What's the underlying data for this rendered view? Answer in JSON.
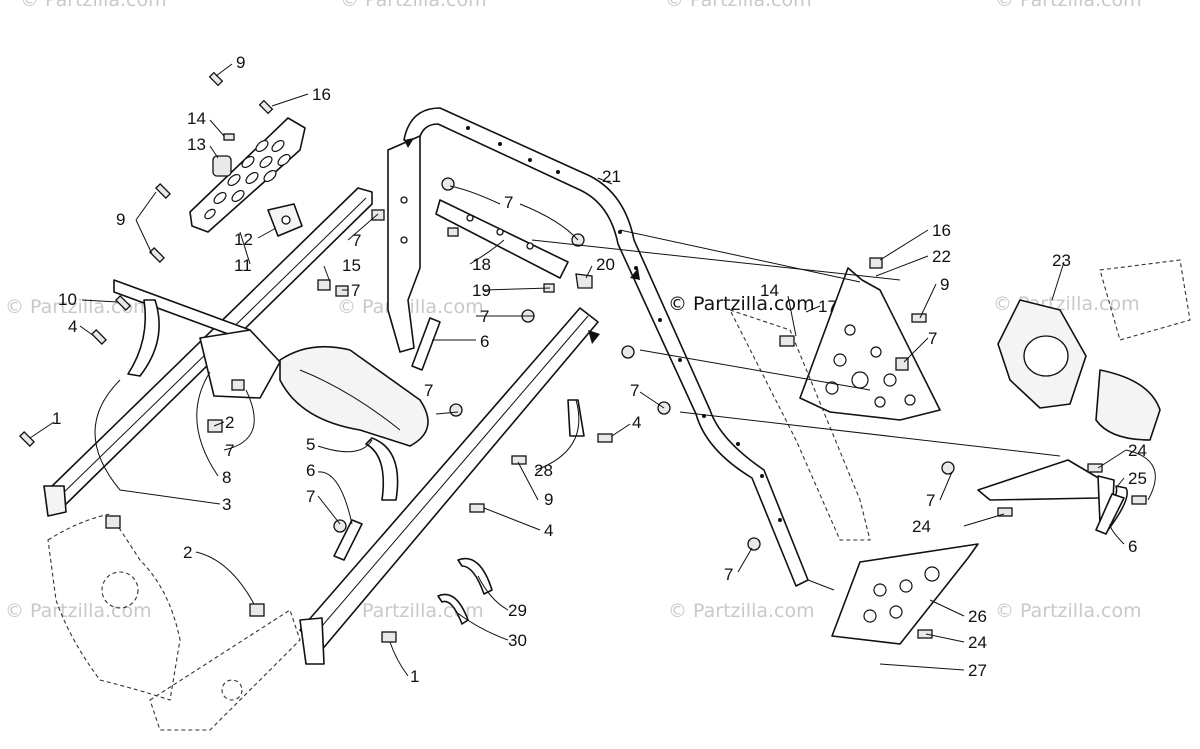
{
  "watermarks": {
    "text": "© Partzilla.com"
  },
  "copyright": "© Partzilla.com",
  "callouts": [
    {
      "id": "c9a",
      "label": "9"
    },
    {
      "id": "c16a",
      "label": "16"
    },
    {
      "id": "c14a",
      "label": "14"
    },
    {
      "id": "c13",
      "label": "13"
    },
    {
      "id": "c9b",
      "label": "9"
    },
    {
      "id": "c12",
      "label": "12"
    },
    {
      "id": "c11",
      "label": "11"
    },
    {
      "id": "c10",
      "label": "10"
    },
    {
      "id": "c4a",
      "label": "4"
    },
    {
      "id": "c1a",
      "label": "1"
    },
    {
      "id": "c2a",
      "label": "2"
    },
    {
      "id": "c7a",
      "label": "7"
    },
    {
      "id": "c8",
      "label": "8"
    },
    {
      "id": "c3",
      "label": "3"
    },
    {
      "id": "c2b",
      "label": "2"
    },
    {
      "id": "c7b",
      "label": "7"
    },
    {
      "id": "c15",
      "label": "15"
    },
    {
      "id": "c7c",
      "label": "7"
    },
    {
      "id": "c18",
      "label": "18"
    },
    {
      "id": "c19",
      "label": "19"
    },
    {
      "id": "c20",
      "label": "20"
    },
    {
      "id": "c7d",
      "label": "7"
    },
    {
      "id": "c21",
      "label": "21"
    },
    {
      "id": "c7e",
      "label": "7"
    },
    {
      "id": "c6a",
      "label": "6"
    },
    {
      "id": "c7f",
      "label": "7"
    },
    {
      "id": "c5",
      "label": "5"
    },
    {
      "id": "c6b",
      "label": "6"
    },
    {
      "id": "c7g",
      "label": "7"
    },
    {
      "id": "c28",
      "label": "28"
    },
    {
      "id": "c9c",
      "label": "9"
    },
    {
      "id": "c4b",
      "label": "4"
    },
    {
      "id": "c7h",
      "label": "7"
    },
    {
      "id": "c4c",
      "label": "4"
    },
    {
      "id": "c29",
      "label": "29"
    },
    {
      "id": "c30",
      "label": "30"
    },
    {
      "id": "c1b",
      "label": "1"
    },
    {
      "id": "c14b",
      "label": "14"
    },
    {
      "id": "c17",
      "label": "17"
    },
    {
      "id": "c16b",
      "label": "16"
    },
    {
      "id": "c22",
      "label": "22"
    },
    {
      "id": "c9d",
      "label": "9"
    },
    {
      "id": "c7i",
      "label": "7"
    },
    {
      "id": "c23",
      "label": "23"
    },
    {
      "id": "c24a",
      "label": "24"
    },
    {
      "id": "c25",
      "label": "25"
    },
    {
      "id": "c7j",
      "label": "7"
    },
    {
      "id": "c24b",
      "label": "24"
    },
    {
      "id": "c6c",
      "label": "6"
    },
    {
      "id": "c7k",
      "label": "7"
    },
    {
      "id": "c26",
      "label": "26"
    },
    {
      "id": "c24c",
      "label": "24"
    },
    {
      "id": "c27",
      "label": "27"
    }
  ]
}
